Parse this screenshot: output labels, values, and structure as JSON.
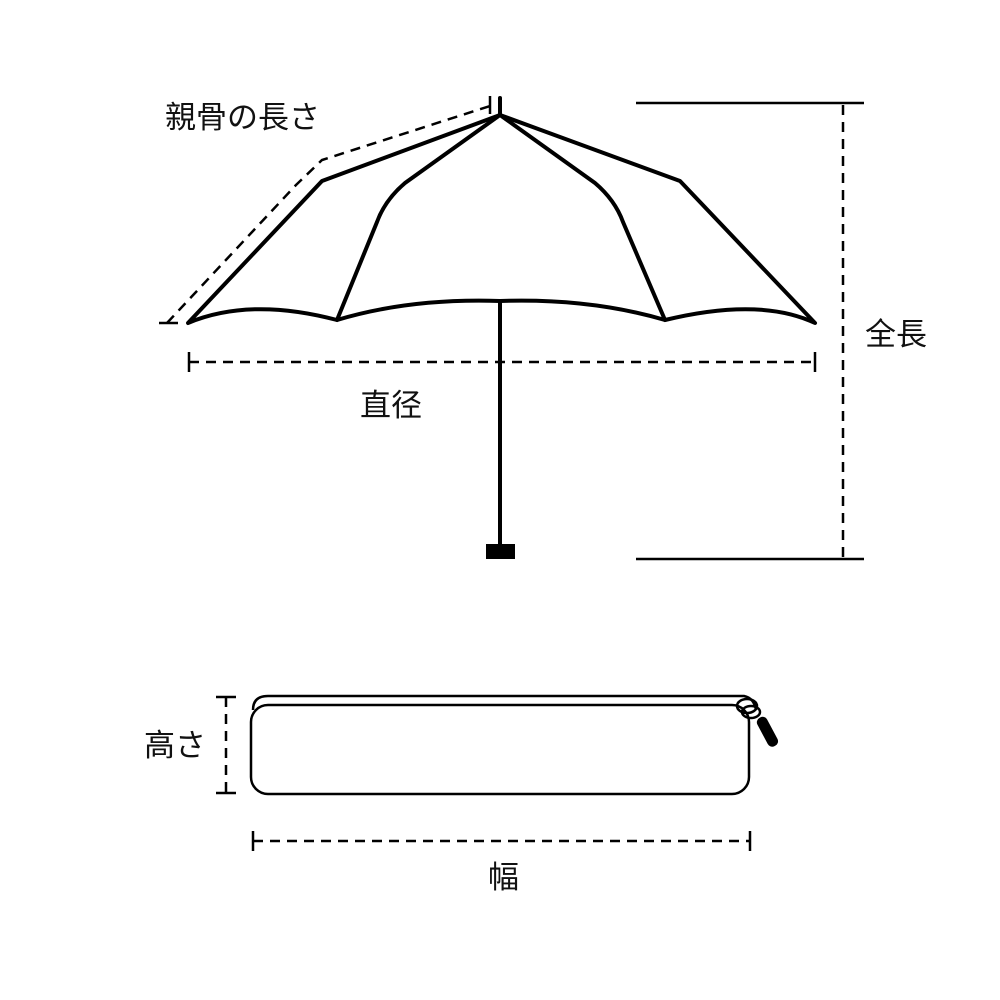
{
  "labels": {
    "rib_length": "親骨の長さ",
    "diameter": "直径",
    "total_length": "全長",
    "height": "高さ",
    "width": "幅"
  },
  "colors": {
    "line": "#000000",
    "background": "#ffffff"
  }
}
